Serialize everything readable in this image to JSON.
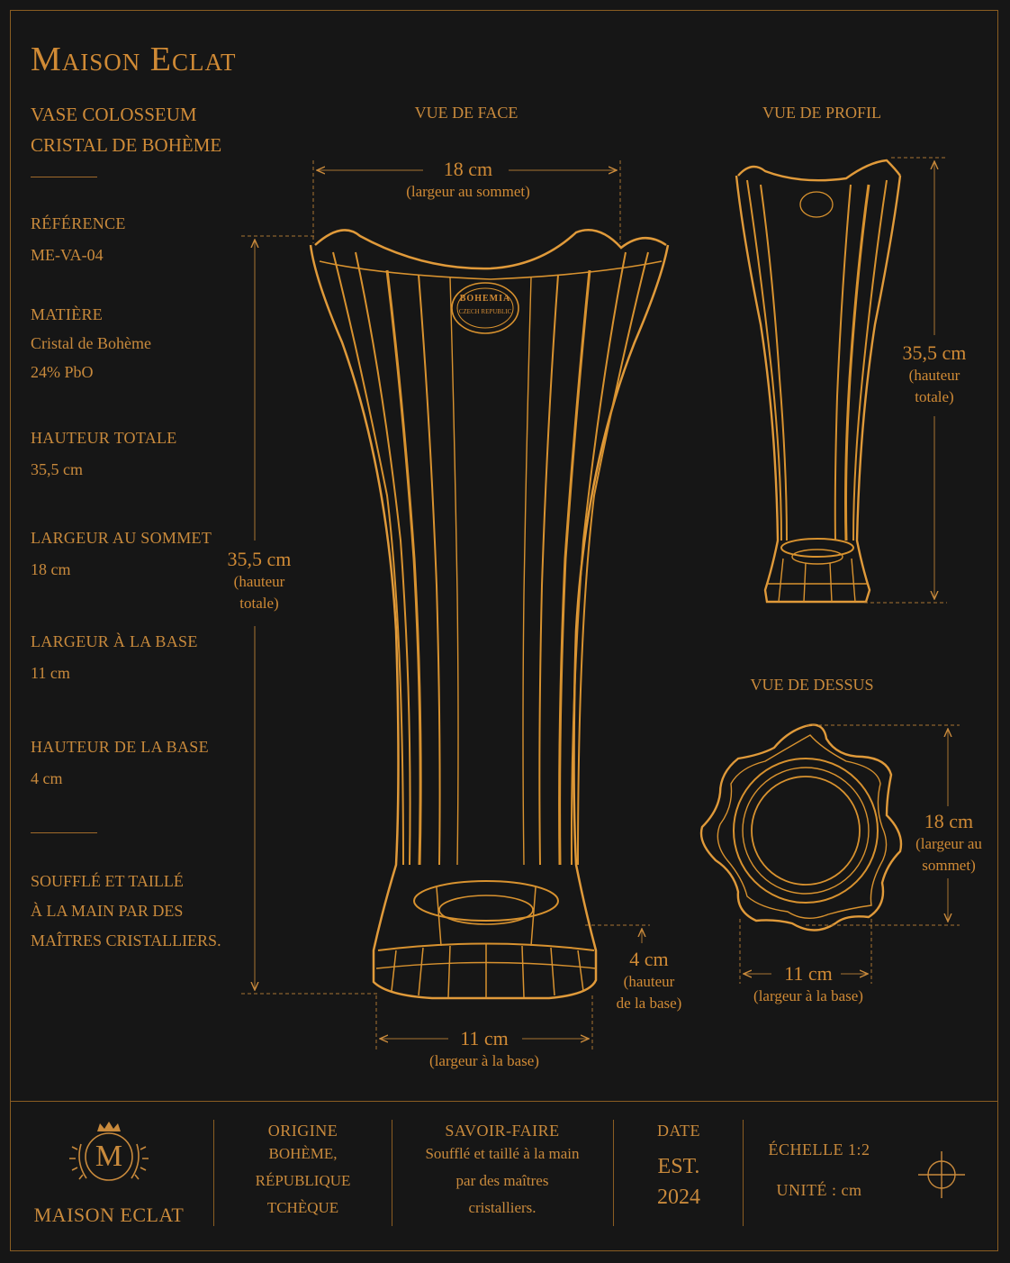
{
  "brand": "Maison Eclat",
  "product": {
    "line1": "VASE COLOSSEUM",
    "line2": "CRISTAL DE BOHÈME"
  },
  "specs": [
    {
      "label": "RÉFÉRENCE",
      "value": "ME-VA-04",
      "value2": ""
    },
    {
      "label": "MATIÈRE",
      "value": "Cristal de Bohème",
      "value2": "24% PbO"
    },
    {
      "label": "HAUTEUR TOTALE",
      "value": "35,5 cm",
      "value2": ""
    },
    {
      "label": "LARGEUR AU SOMMET",
      "value": "18 cm",
      "value2": ""
    },
    {
      "label": "LARGEUR À LA BASE",
      "value": "11 cm",
      "value2": ""
    },
    {
      "label": "HAUTEUR DE LA BASE",
      "value": "4 cm",
      "value2": ""
    }
  ],
  "craft_note": [
    "SOUFFLÉ ET TAILLÉ",
    "À LA MAIN PAR DES",
    "MAÎTRES CRISTALLIERS."
  ],
  "views": {
    "front": "VUE DE FACE",
    "profile": "VUE DE PROFIL",
    "top": "VUE DE DESSUS"
  },
  "stamp": {
    "line1": "BOHEMIA",
    "line2": "CZECH REPUBLIC"
  },
  "dimensions": {
    "front_top_width": {
      "value": "18 cm",
      "note": "(largeur au sommet)"
    },
    "front_height": {
      "value": "35,5 cm",
      "note1": "(hauteur",
      "note2": "totale)"
    },
    "front_base_height": {
      "value": "4 cm",
      "note1": "(hauteur",
      "note2": "de la base)"
    },
    "front_base_width": {
      "value": "11 cm",
      "note": "(largeur à la base)"
    },
    "profile_height": {
      "value": "35,5 cm",
      "note1": "(hauteur",
      "note2": "totale)"
    },
    "top_width": {
      "value": "18 cm",
      "note1": "(largeur au",
      "note2": "sommet)"
    },
    "top_base_width": {
      "value": "11 cm",
      "note": "(largeur à la base)"
    }
  },
  "footer": {
    "logo_letter": "M",
    "logo_name": "MAISON ECLAT",
    "origin": {
      "head": "ORIGINE",
      "lines": [
        "BOHÈME,",
        "RÉPUBLIQUE",
        "TCHÈQUE"
      ]
    },
    "craft": {
      "head": "SAVOIR-FAIRE",
      "lines": [
        "Soufflé et taillé à la main",
        "par des maîtres",
        "cristalliers."
      ]
    },
    "date": {
      "head": "DATE",
      "lines": [
        "EST.",
        "2024"
      ]
    },
    "scale": {
      "line1": "ÉCHELLE 1:2",
      "line2": "UNITÉ : cm"
    }
  },
  "colors": {
    "background": "#161616",
    "gold": "#c98a3c",
    "line": "#8a5d22"
  }
}
